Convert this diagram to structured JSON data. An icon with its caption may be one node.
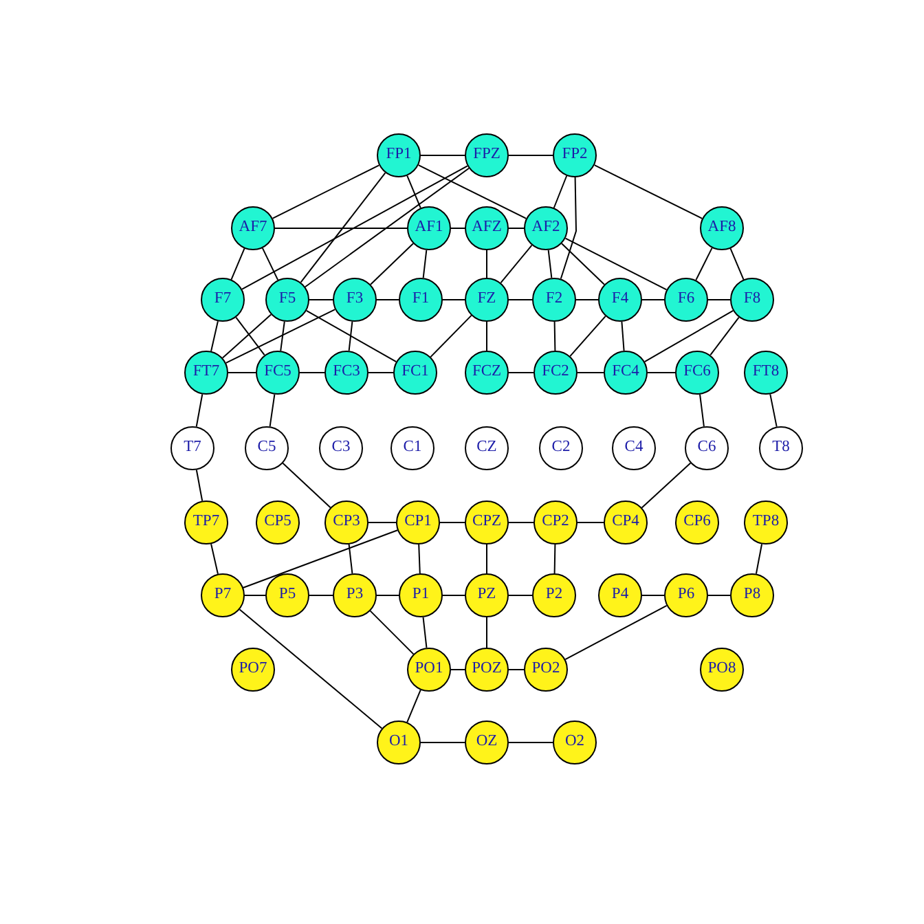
{
  "diagram": {
    "nodes": [
      {
        "text": [
          "FP1"
        ]
      },
      {
        "text": [
          "FPZ"
        ]
      },
      {
        "text": [
          "FP2"
        ]
      },
      {
        "text": [
          "AF7"
        ]
      },
      {
        "text": [
          "AF1"
        ]
      },
      {
        "text": [
          "AFZ"
        ]
      },
      {
        "text": [
          "AF2"
        ]
      },
      {
        "text": [
          "AF8"
        ]
      },
      {
        "text": [
          "F7"
        ]
      },
      {
        "text": [
          "F5"
        ]
      },
      {
        "text": [
          "F3"
        ]
      },
      {
        "text": [
          "F1"
        ]
      },
      {
        "text": [
          "FZ"
        ]
      },
      {
        "text": [
          "F2"
        ]
      },
      {
        "text": [
          "F4"
        ]
      },
      {
        "text": [
          "F6"
        ]
      },
      {
        "text": [
          "F8"
        ]
      },
      {
        "text": [
          "FT7"
        ]
      },
      {
        "text": [
          "FC5"
        ]
      },
      {
        "text": [
          "FC3"
        ]
      },
      {
        "text": [
          "FC1"
        ]
      },
      {
        "text": [
          "FCZ"
        ]
      },
      {
        "text": [
          "FC2"
        ]
      },
      {
        "text": [
          "FC4"
        ]
      },
      {
        "text": [
          "FC6"
        ]
      },
      {
        "text": [
          "FT8"
        ]
      },
      {
        "text": [
          "T7"
        ]
      },
      {
        "text": [
          "C5"
        ]
      },
      {
        "text": [
          "C3"
        ]
      },
      {
        "text": [
          "C1"
        ]
      },
      {
        "text": [
          "CZ"
        ]
      },
      {
        "text": [
          "C2"
        ]
      },
      {
        "text": [
          "C4"
        ]
      },
      {
        "text": [
          "C6"
        ]
      },
      {
        "text": [
          "T8"
        ]
      },
      {
        "text": [
          "TP7"
        ]
      },
      {
        "text": [
          "CP5"
        ]
      },
      {
        "text": [
          "CP3"
        ]
      },
      {
        "text": [
          "CP1"
        ]
      },
      {
        "text": [
          "CPZ"
        ]
      },
      {
        "text": [
          "CP2"
        ]
      },
      {
        "text": [
          "CP4"
        ]
      },
      {
        "text": [
          "CP6"
        ]
      },
      {
        "text": [
          "TP8"
        ]
      },
      {
        "text": [
          "P7"
        ]
      },
      {
        "text": [
          "P5"
        ]
      },
      {
        "text": [
          "P3"
        ]
      },
      {
        "text": [
          "P1"
        ]
      },
      {
        "text": [
          "PZ"
        ]
      },
      {
        "text": [
          "P2"
        ]
      },
      {
        "text": [
          "P4"
        ]
      },
      {
        "text": [
          "P6"
        ]
      },
      {
        "text": [
          "P8"
        ]
      },
      {
        "text": [
          "PO7"
        ]
      },
      {
        "text": [
          "PO1"
        ]
      },
      {
        "text": [
          "POZ"
        ]
      },
      {
        "text": [
          "PO2"
        ]
      },
      {
        "text": [
          "PO8"
        ]
      },
      {
        "text": [
          "O1"
        ]
      },
      {
        "text": [
          "OZ"
        ]
      },
      {
        "text": [
          "O2"
        ]
      }
    ],
    "edges": [
      {
        "from": 0,
        "to": 1,
        "arrow": "none"
      },
      {
        "from": 0,
        "to": 3,
        "arrow": "none"
      },
      {
        "from": 0,
        "to": 4,
        "arrow": "none"
      },
      {
        "from": 0,
        "to": 9,
        "arrow": "none"
      },
      {
        "from": 0,
        "to": 6,
        "arrow": "none"
      },
      {
        "from": 1,
        "to": 2,
        "arrow": "none"
      },
      {
        "from": 1,
        "to": 8,
        "arrow": "none"
      },
      {
        "from": 1,
        "to": 9,
        "arrow": "none"
      },
      {
        "from": 2,
        "to": 6,
        "arrow": "none"
      },
      {
        "from": 2,
        "to": 13,
        "arrow": "none"
      },
      {
        "from": 2,
        "to": 7,
        "arrow": "none"
      },
      {
        "from": 3,
        "to": 4,
        "arrow": "none"
      },
      {
        "from": 3,
        "to": 8,
        "arrow": "none"
      },
      {
        "from": 3,
        "to": 9,
        "arrow": "none"
      },
      {
        "from": 4,
        "to": 5,
        "arrow": "none"
      },
      {
        "from": 4,
        "to": 11,
        "arrow": "none"
      },
      {
        "from": 4,
        "to": 10,
        "arrow": "none"
      },
      {
        "from": 5,
        "to": 6,
        "arrow": "none"
      },
      {
        "from": 5,
        "to": 12,
        "arrow": "none"
      },
      {
        "from": 6,
        "to": 12,
        "arrow": "none"
      },
      {
        "from": 6,
        "to": 13,
        "arrow": "none"
      },
      {
        "from": 6,
        "to": 14,
        "arrow": "none"
      },
      {
        "from": 6,
        "to": 15,
        "arrow": "none"
      },
      {
        "from": 7,
        "to": 15,
        "arrow": "none"
      },
      {
        "from": 7,
        "to": 16,
        "arrow": "none"
      },
      {
        "from": 8,
        "to": 17,
        "arrow": "none"
      },
      {
        "from": 8,
        "to": 18,
        "arrow": "none"
      },
      {
        "from": 9,
        "to": 10,
        "arrow": "none"
      },
      {
        "from": 9,
        "to": 17,
        "arrow": "none"
      },
      {
        "from": 9,
        "to": 18,
        "arrow": "none"
      },
      {
        "from": 9,
        "to": 20,
        "arrow": "none"
      },
      {
        "from": 10,
        "to": 11,
        "arrow": "none"
      },
      {
        "from": 10,
        "to": 17,
        "arrow": "none"
      },
      {
        "from": 10,
        "to": 19,
        "arrow": "none"
      },
      {
        "from": 11,
        "to": 12,
        "arrow": "none"
      },
      {
        "from": 12,
        "to": 13,
        "arrow": "none"
      },
      {
        "from": 12,
        "to": 20,
        "arrow": "none"
      },
      {
        "from": 12,
        "to": 21,
        "arrow": "none"
      },
      {
        "from": 13,
        "to": 14,
        "arrow": "none"
      },
      {
        "from": 13,
        "to": 22,
        "arrow": "none"
      },
      {
        "from": 14,
        "to": 15,
        "arrow": "none"
      },
      {
        "from": 14,
        "to": 22,
        "arrow": "none"
      },
      {
        "from": 14,
        "to": 23,
        "arrow": "none"
      },
      {
        "from": 15,
        "to": 16,
        "arrow": "none"
      },
      {
        "from": 16,
        "to": 23,
        "arrow": "none"
      },
      {
        "from": 16,
        "to": 24,
        "arrow": "none"
      },
      {
        "from": 17,
        "to": 18,
        "arrow": "none"
      },
      {
        "from": 17,
        "to": 26,
        "arrow": "none"
      },
      {
        "from": 18,
        "to": 19,
        "arrow": "none"
      },
      {
        "from": 18,
        "to": 27,
        "arrow": "none"
      },
      {
        "from": 19,
        "to": 20,
        "arrow": "none"
      },
      {
        "from": 21,
        "to": 22,
        "arrow": "none"
      },
      {
        "from": 22,
        "to": 23,
        "arrow": "none"
      },
      {
        "from": 23,
        "to": 24,
        "arrow": "none"
      },
      {
        "from": 24,
        "to": 33,
        "arrow": "none"
      },
      {
        "from": 25,
        "to": 34,
        "arrow": "none"
      },
      {
        "from": 26,
        "to": 35,
        "arrow": "none"
      },
      {
        "from": 27,
        "to": 37,
        "arrow": "none"
      },
      {
        "from": 33,
        "to": 41,
        "arrow": "none"
      },
      {
        "from": 35,
        "to": 44,
        "arrow": "none"
      },
      {
        "from": 37,
        "to": 38,
        "arrow": "none"
      },
      {
        "from": 37,
        "to": 46,
        "arrow": "none"
      },
      {
        "from": 38,
        "to": 39,
        "arrow": "none"
      },
      {
        "from": 38,
        "to": 44,
        "arrow": "none"
      },
      {
        "from": 38,
        "to": 47,
        "arrow": "none"
      },
      {
        "from": 39,
        "to": 40,
        "arrow": "none"
      },
      {
        "from": 39,
        "to": 48,
        "arrow": "none"
      },
      {
        "from": 40,
        "to": 41,
        "arrow": "none"
      },
      {
        "from": 40,
        "to": 49,
        "arrow": "none"
      },
      {
        "from": 43,
        "to": 52,
        "arrow": "none"
      },
      {
        "from": 44,
        "to": 45,
        "arrow": "none"
      },
      {
        "from": 44,
        "to": 58,
        "arrow": "none"
      },
      {
        "from": 45,
        "to": 46,
        "arrow": "none"
      },
      {
        "from": 46,
        "to": 47,
        "arrow": "none"
      },
      {
        "from": 46,
        "to": 54,
        "arrow": "none"
      },
      {
        "from": 47,
        "to": 48,
        "arrow": "none"
      },
      {
        "from": 47,
        "to": 54,
        "arrow": "none"
      },
      {
        "from": 48,
        "to": 49,
        "arrow": "none"
      },
      {
        "from": 48,
        "to": 55,
        "arrow": "none"
      },
      {
        "from": 50,
        "to": 51,
        "arrow": "none"
      },
      {
        "from": 51,
        "to": 52,
        "arrow": "none"
      },
      {
        "from": 51,
        "to": 56,
        "arrow": "none"
      },
      {
        "from": 54,
        "to": 55,
        "arrow": "none"
      },
      {
        "from": 54,
        "to": 58,
        "arrow": "none"
      },
      {
        "from": 55,
        "to": 56,
        "arrow": "none"
      },
      {
        "from": 58,
        "to": 59,
        "arrow": "none"
      },
      {
        "from": 59,
        "to": 60,
        "arrow": "none"
      }
    ]
  }
}
